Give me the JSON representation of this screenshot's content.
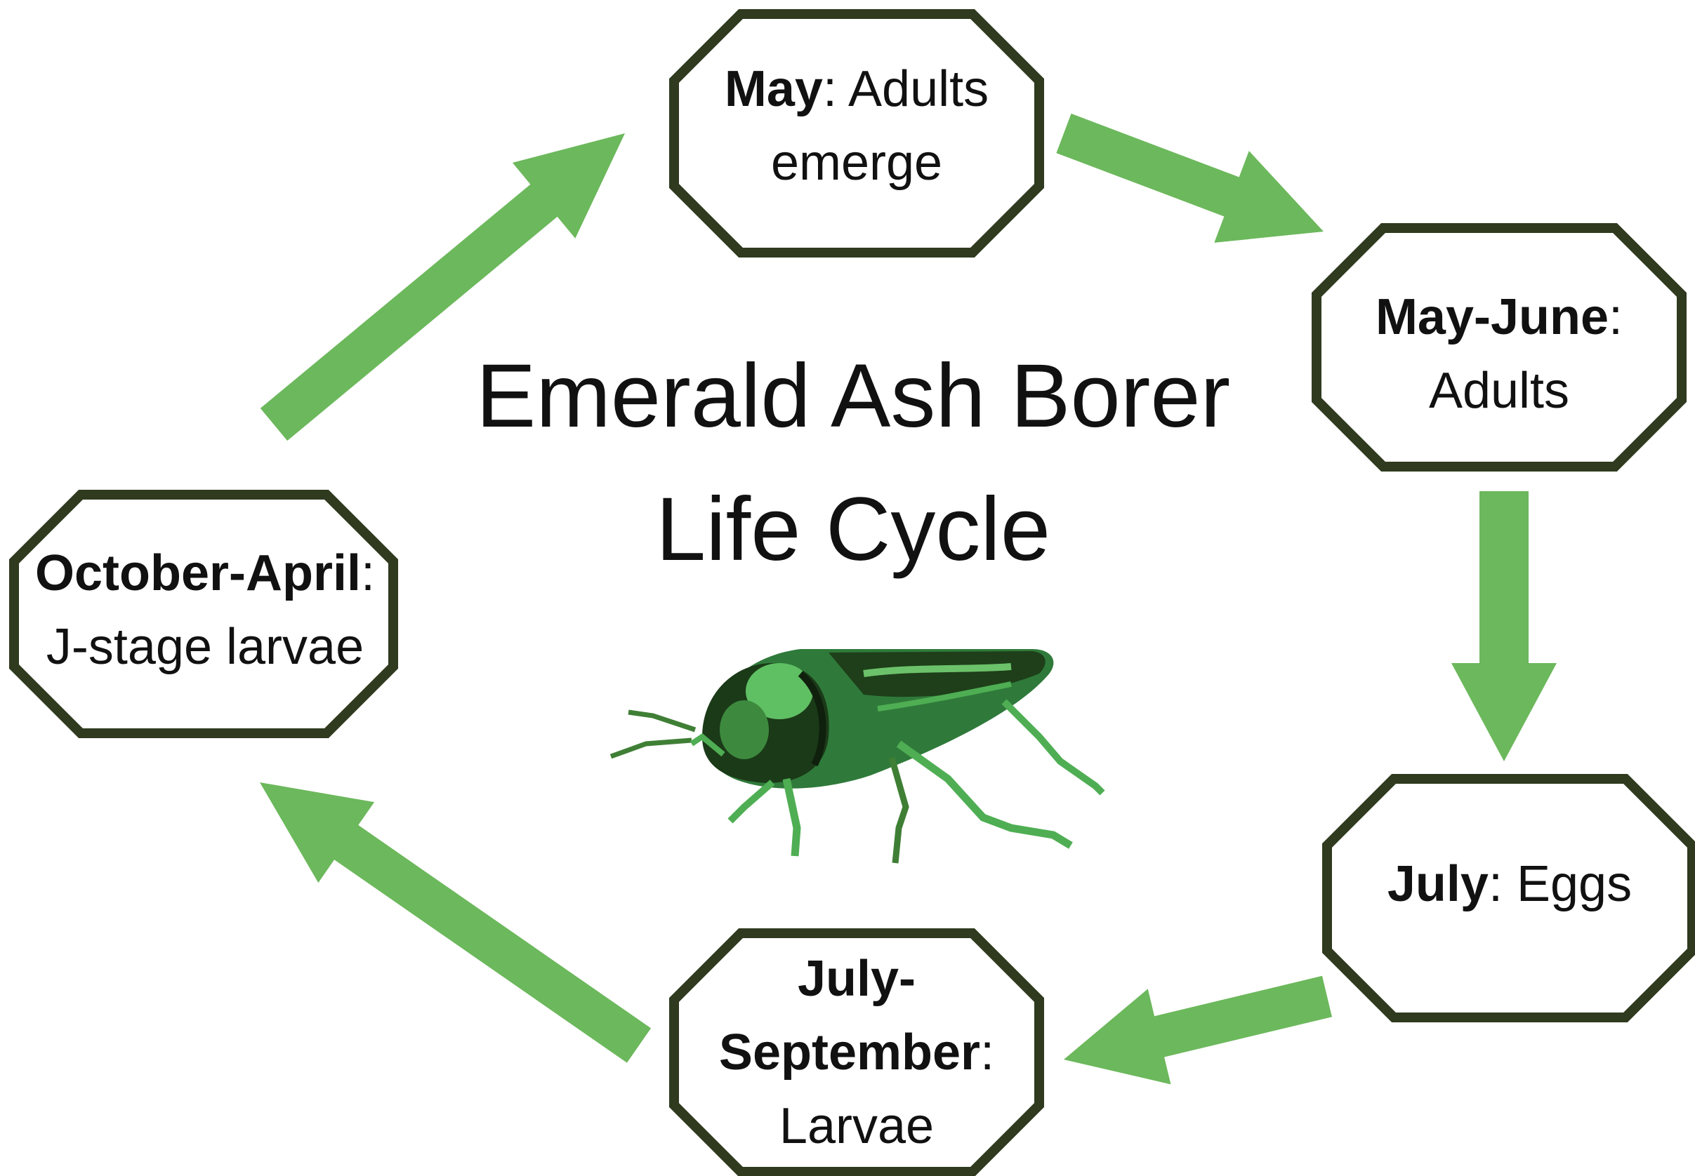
{
  "title": {
    "line1": "Emerald Ash Borer",
    "line2": "Life Cycle"
  },
  "colors": {
    "arrow": "#6cb85c",
    "node_border": "#2f3a1f",
    "node_fill": "#ffffff",
    "text": "#111111"
  },
  "stages": [
    {
      "id": "may",
      "bold": "May",
      "sep": ":",
      "rest_inline": " Adults",
      "rest_line2": "emerge",
      "rest_line3": ""
    },
    {
      "id": "may-june",
      "bold": "May-June",
      "sep": ":",
      "rest_inline": "",
      "rest_line2": "Adults",
      "rest_line3": ""
    },
    {
      "id": "july",
      "bold": "July",
      "sep": ":",
      "rest_inline": " Eggs",
      "rest_line2": "",
      "rest_line3": ""
    },
    {
      "id": "july-september",
      "bold": "July-",
      "sep": "",
      "rest_inline": "",
      "rest_line2": "September",
      "rest_line3": "Larvae"
    },
    {
      "id": "october-april",
      "bold": "October-April",
      "sep": ":",
      "rest_inline": "",
      "rest_line2": "J-stage larvae",
      "rest_line3": ""
    }
  ],
  "illustration": {
    "icon": "emerald-ash-borer-beetle-icon"
  }
}
